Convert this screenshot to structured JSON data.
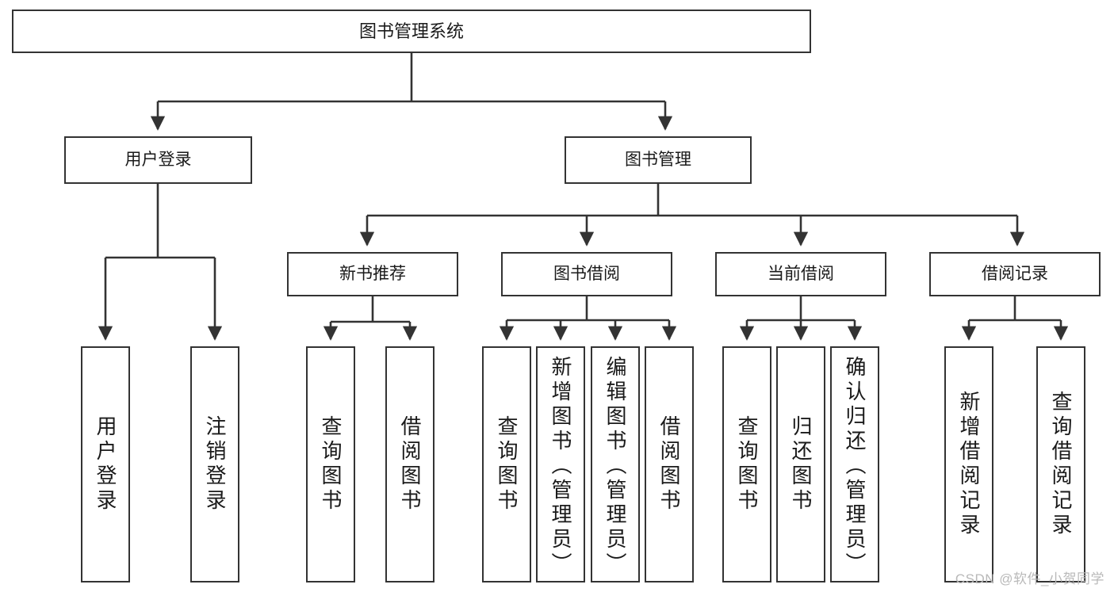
{
  "diagram": {
    "title": "图书管理系统",
    "type": "hierarchy-tree",
    "root": {
      "id": "root",
      "label": "图书管理系统"
    },
    "level2": [
      {
        "id": "user-login",
        "label": "用户登录"
      },
      {
        "id": "book-manage",
        "label": "图书管理"
      }
    ],
    "level3": [
      {
        "id": "new-book-rec",
        "label": "新书推荐",
        "parent": "book-manage"
      },
      {
        "id": "book-borrow",
        "label": "图书借阅",
        "parent": "book-manage"
      },
      {
        "id": "current-borrow",
        "label": "当前借阅",
        "parent": "book-manage"
      },
      {
        "id": "borrow-record",
        "label": "借阅记录",
        "parent": "book-manage"
      }
    ],
    "leaves": [
      {
        "id": "leaf-user-login",
        "label": "用户登录",
        "parent": "user-login"
      },
      {
        "id": "leaf-logout",
        "label": "注销登录",
        "parent": "user-login"
      },
      {
        "id": "leaf-query-book-1",
        "label": "查询图书",
        "parent": "new-book-rec"
      },
      {
        "id": "leaf-borrow-book-1",
        "label": "借阅图书",
        "parent": "new-book-rec"
      },
      {
        "id": "leaf-query-book-2",
        "label": "查询图书",
        "parent": "book-borrow"
      },
      {
        "id": "leaf-add-book",
        "label": "新增图书（管理员）",
        "parent": "book-borrow"
      },
      {
        "id": "leaf-edit-book",
        "label": "编辑图书（管理员）",
        "parent": "book-borrow"
      },
      {
        "id": "leaf-borrow-book-2",
        "label": "借阅图书",
        "parent": "book-borrow"
      },
      {
        "id": "leaf-query-book-3",
        "label": "查询图书",
        "parent": "current-borrow"
      },
      {
        "id": "leaf-return-book",
        "label": "归还图书",
        "parent": "current-borrow"
      },
      {
        "id": "leaf-confirm-return",
        "label": "确认归还（管理员）",
        "parent": "current-borrow"
      },
      {
        "id": "leaf-add-record",
        "label": "新增借阅记录",
        "parent": "borrow-record"
      },
      {
        "id": "leaf-query-record",
        "label": "查询借阅记录",
        "parent": "borrow-record"
      }
    ],
    "colors": {
      "node_border": "#333333",
      "node_fill": "#ffffff",
      "edge": "#333333",
      "text": "#1a1a1a",
      "background": "#ffffff",
      "watermark": "#b9b9b9"
    }
  },
  "watermark": {
    "text": "CSDN @软件_小贺同学"
  }
}
